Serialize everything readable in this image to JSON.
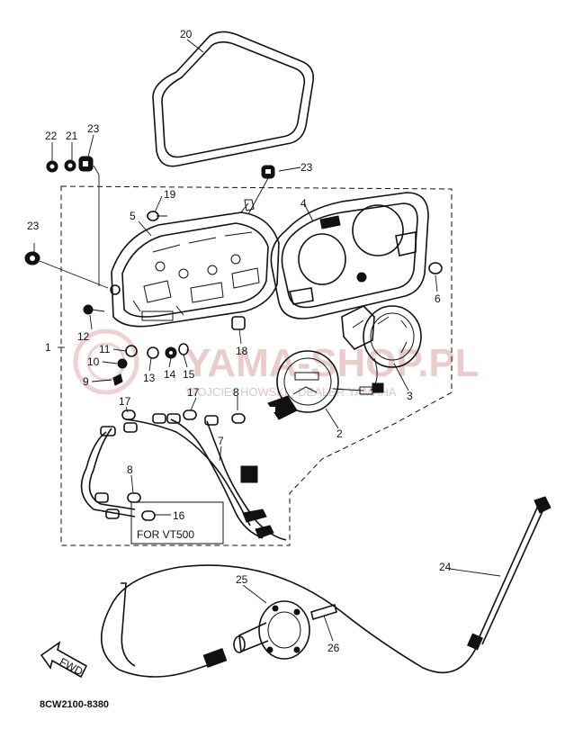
{
  "diagram": {
    "callouts": [
      {
        "id": "c20",
        "label": "20"
      },
      {
        "id": "c22",
        "label": "22"
      },
      {
        "id": "c21",
        "label": "21"
      },
      {
        "id": "c23a",
        "label": "23"
      },
      {
        "id": "c23b",
        "label": "23"
      },
      {
        "id": "c19",
        "label": "19"
      },
      {
        "id": "c5",
        "label": "5"
      },
      {
        "id": "c4",
        "label": "4"
      },
      {
        "id": "c23c",
        "label": "23"
      },
      {
        "id": "c6",
        "label": "6"
      },
      {
        "id": "c12",
        "label": "12"
      },
      {
        "id": "c1",
        "label": "1"
      },
      {
        "id": "c11",
        "label": "11"
      },
      {
        "id": "c10",
        "label": "10"
      },
      {
        "id": "c9",
        "label": "9"
      },
      {
        "id": "c13",
        "label": "13"
      },
      {
        "id": "c14",
        "label": "14"
      },
      {
        "id": "c15",
        "label": "15"
      },
      {
        "id": "c18",
        "label": "18"
      },
      {
        "id": "c3",
        "label": "3"
      },
      {
        "id": "c17a",
        "label": "17"
      },
      {
        "id": "c8a",
        "label": "8"
      },
      {
        "id": "c17b",
        "label": "17"
      },
      {
        "id": "c2",
        "label": "2"
      },
      {
        "id": "c7",
        "label": "7"
      },
      {
        "id": "c8b",
        "label": "8"
      },
      {
        "id": "c16",
        "label": "16"
      },
      {
        "id": "c24",
        "label": "24"
      },
      {
        "id": "c25",
        "label": "25"
      },
      {
        "id": "c26",
        "label": "26"
      }
    ],
    "note_box_text": "FOR VT500",
    "direction_label": "FWD",
    "diagram_code": "8CW2100-8380",
    "watermark_main": "YAMA-SHOP.PL",
    "watermark_sub": "WOJCIECHOWSKI · DEALER YAMAHA"
  }
}
